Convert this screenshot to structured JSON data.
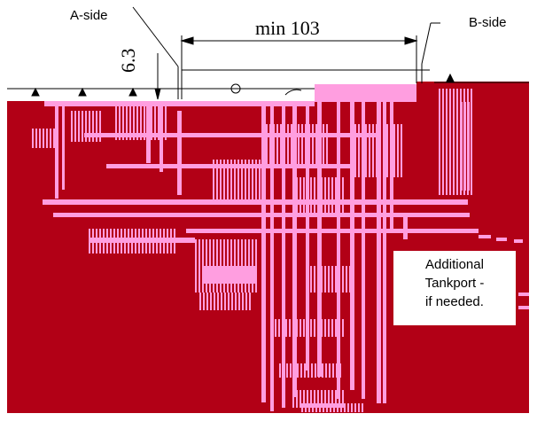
{
  "labels": {
    "a_side": "A-side",
    "b_side": "B-side",
    "dimension_main": "min 103",
    "dimension_offset": "6.3"
  },
  "note": {
    "line1": "Additional",
    "line2": "Tankport -",
    "line3": "if needed."
  },
  "colors": {
    "block_fill": "#b20016",
    "trace": "#ff9ee0",
    "line": "#000000"
  }
}
